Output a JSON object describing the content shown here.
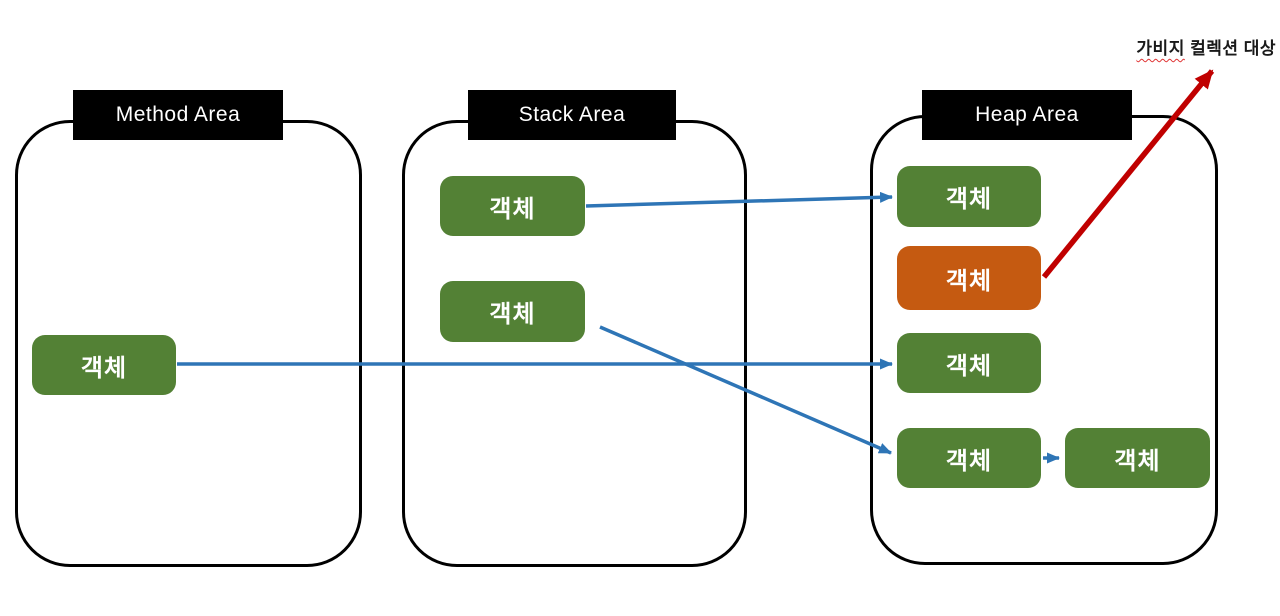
{
  "diagram": {
    "background": "#ffffff",
    "areas": [
      {
        "id": "method-area",
        "title": "Method Area"
      },
      {
        "id": "stack-area",
        "title": "Stack Area"
      },
      {
        "id": "heap-area",
        "title": "Heap Area"
      }
    ],
    "nodes": [
      {
        "id": "method-object-1",
        "area": "method-area",
        "label": "객체",
        "color": "green"
      },
      {
        "id": "stack-object-1",
        "area": "stack-area",
        "label": "객체",
        "color": "green"
      },
      {
        "id": "stack-object-2",
        "area": "stack-area",
        "label": "객체",
        "color": "green"
      },
      {
        "id": "heap-object-1",
        "area": "heap-area",
        "label": "객체",
        "color": "green"
      },
      {
        "id": "heap-object-2",
        "area": "heap-area",
        "label": "객체",
        "color": "orange"
      },
      {
        "id": "heap-object-3",
        "area": "heap-area",
        "label": "객체",
        "color": "green"
      },
      {
        "id": "heap-object-4",
        "area": "heap-area",
        "label": "객체",
        "color": "green"
      },
      {
        "id": "heap-object-5",
        "area": "heap-area",
        "label": "객체",
        "color": "green"
      }
    ],
    "edges": [
      {
        "from": "method-object-1",
        "to": "heap-object-3",
        "color": "blue"
      },
      {
        "from": "stack-object-1",
        "to": "heap-object-1",
        "color": "blue"
      },
      {
        "from": "stack-object-2",
        "to": "heap-object-4",
        "color": "blue"
      },
      {
        "from": "heap-object-4",
        "to": "heap-object-5",
        "color": "blue"
      },
      {
        "from": "heap-object-2",
        "to": "gc-label",
        "color": "red"
      }
    ],
    "gc_label": {
      "text": "가비지 컬렉션 대상",
      "underlined_word": "가비지",
      "rest": " 컬렉션 대상"
    },
    "colors": {
      "node_green": "#538135",
      "node_orange": "#C55A11",
      "arrow_blue": "#2E75B6",
      "arrow_red": "#C00000",
      "header_bg": "#000000",
      "header_text": "#ffffff",
      "node_text": "#ffffff",
      "container_border": "#000000",
      "squiggle_red": "#e03434"
    }
  }
}
